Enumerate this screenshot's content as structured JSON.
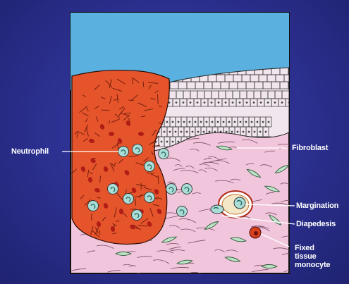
{
  "labels": {
    "neutrophil": "Neutrophil",
    "fibroblast": "Fibroblast",
    "margination": "Margination",
    "diapedesis": "Diapedesis",
    "fixed_line1": "Fixed",
    "fixed_line2": "tissue",
    "fixed_line3": "monocyte"
  },
  "colors": {
    "background": "#2b2f8e",
    "lumen": "#5ab0de",
    "exudate": "#e5542a",
    "epithelium": "#f2e6ee",
    "connective_tissue": "#f1c6dc",
    "neutrophil_cell": "#a9ddd6",
    "fibroblast_cell": "#bde3c6",
    "erythrocyte": "#b01d17",
    "monocyte": "#d8401d"
  }
}
